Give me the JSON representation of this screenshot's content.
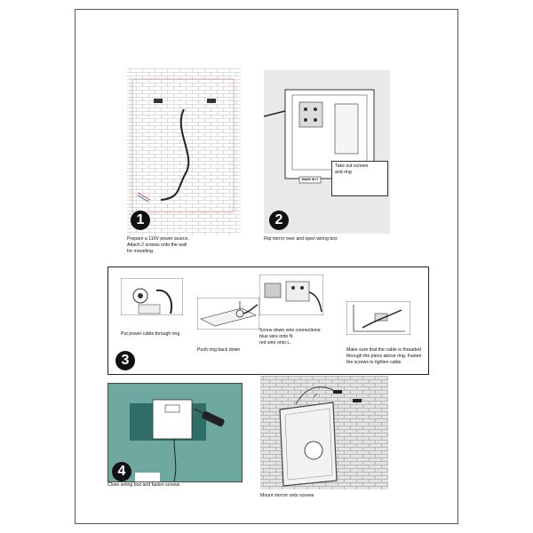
{
  "steps": [
    {
      "number": "1",
      "caption": "Prepare a 110V power source.\nAttach 2 screws onto the wall\nfor mounting."
    },
    {
      "number": "2",
      "caption": "Flip mirror over and open wiring box",
      "callout": "Take out screws\nand ring",
      "tag": "MAKE IN IT"
    },
    {
      "number": "3",
      "substeps": [
        {
          "caption": "Put power cable through ring"
        },
        {
          "caption": "Push ring back down"
        },
        {
          "caption": "Screw down wire connections:\nblue wire onto N\nred wire onto L."
        },
        {
          "caption": "Make sure that the cable is threaded\nthrough the piece above ring. Fasten\nthe screws to tighten cable"
        }
      ]
    },
    {
      "number": "4",
      "caption": "Close wiring box and fasten screws"
    },
    {
      "number": "",
      "caption": "Mount mirrorr onto screws"
    }
  ],
  "colors": {
    "brick": "#d9d9d9",
    "wall_teal": "#6fa8a0",
    "border": "#222222",
    "wire_red": "#cc3333"
  },
  "icons": [
    "screw-icon",
    "screwdriver-icon",
    "wire-icon",
    "mirror-icon",
    "wiring-box-icon"
  ]
}
